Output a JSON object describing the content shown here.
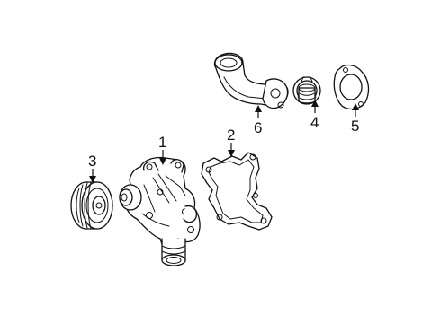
{
  "callouts": [
    {
      "id": "1",
      "part": "water-pump"
    },
    {
      "id": "2",
      "part": "pump-gasket"
    },
    {
      "id": "3",
      "part": "pulley"
    },
    {
      "id": "4",
      "part": "thermostat"
    },
    {
      "id": "5",
      "part": "thermostat-gasket"
    },
    {
      "id": "6",
      "part": "water-outlet"
    }
  ]
}
